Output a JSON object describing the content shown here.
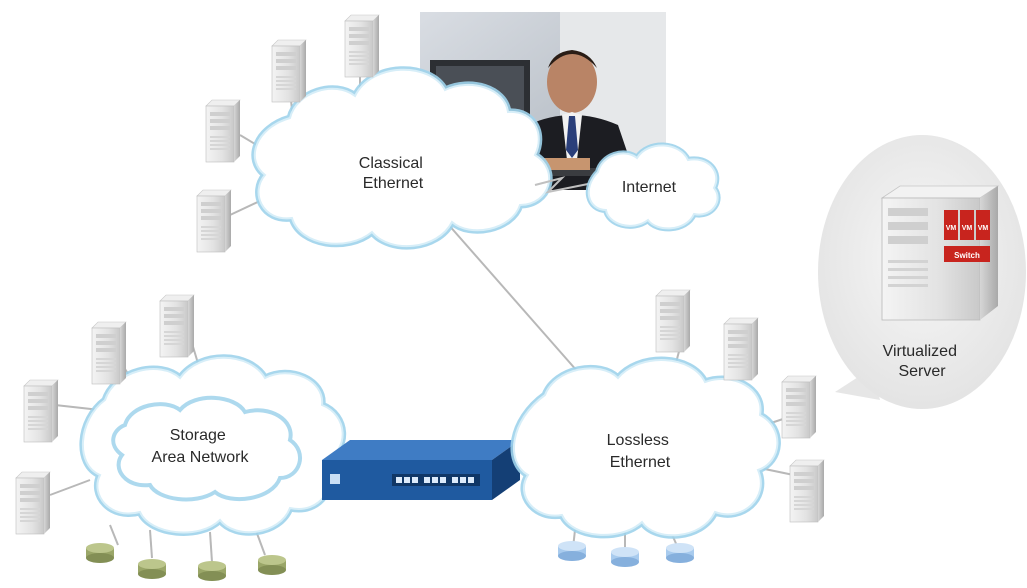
{
  "labels": {
    "classical_ethernet": [
      "Classical",
      "Ethernet"
    ],
    "internet": "Internet",
    "storage_area_network": [
      "Storage",
      "Area Network"
    ],
    "lossless_ethernet": [
      "Lossless",
      "Ethernet"
    ],
    "virtualized_server": [
      "Virtualized",
      "Server"
    ]
  },
  "virtual_machines": [
    "VM",
    "VM",
    "VM"
  ],
  "vswitch_label": "Switch",
  "colors": {
    "cloud_fill": "#ffffff",
    "cloud_glow": "#9fd3ec",
    "link": "#b8b8b8",
    "switch_body": "#1f5aa0",
    "switch_top": "#3f7cc4",
    "storage_disk": "#9aa668",
    "lossless_disk": "#a8cbee",
    "bubble": "#e8e8e8",
    "vm_red": "#c8241e"
  }
}
